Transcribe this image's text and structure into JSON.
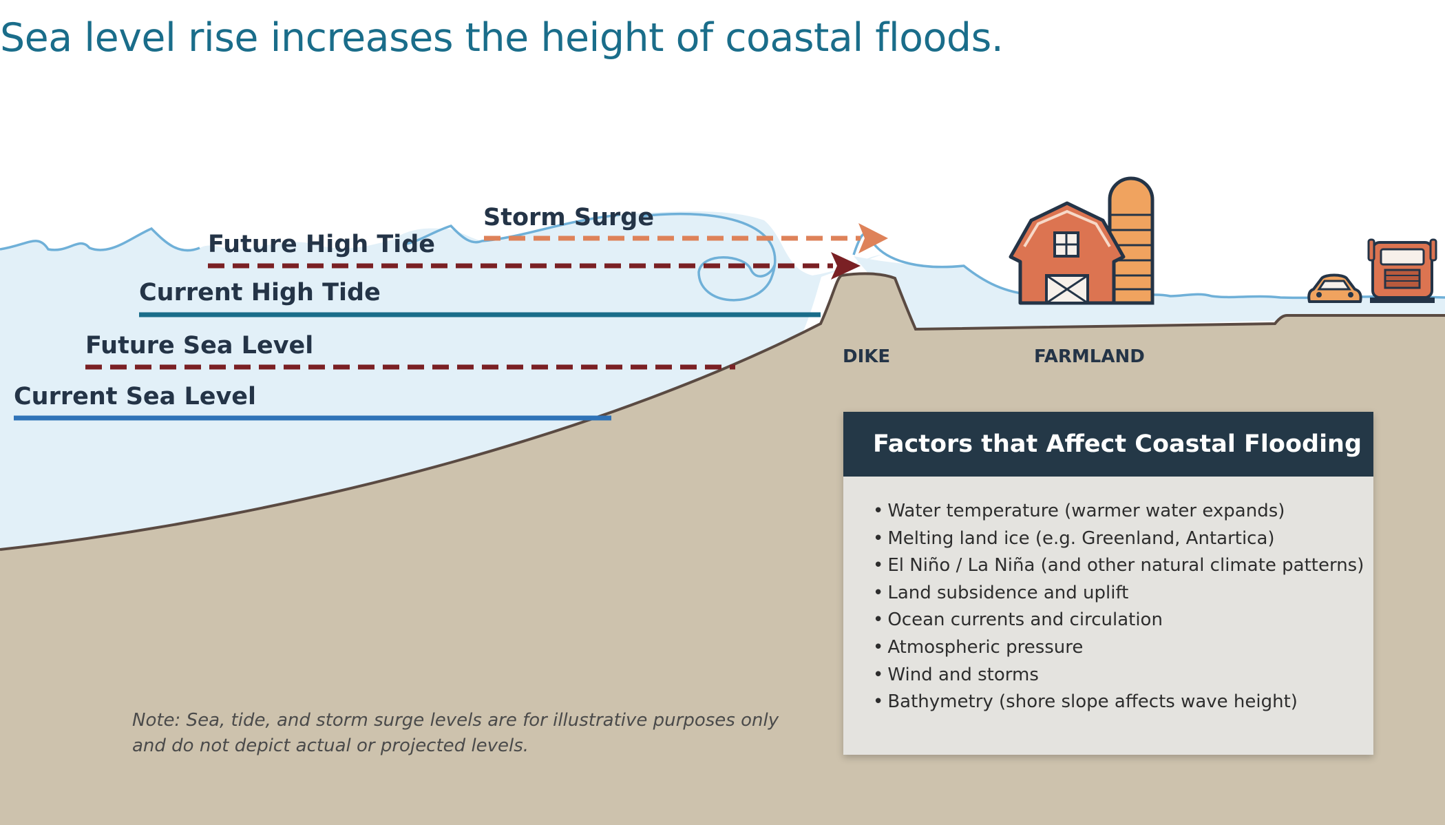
{
  "title": "Sea level rise increases the height of coastal floods.",
  "labels": {
    "storm_surge": "Storm Surge",
    "future_high_tide": "Future High Tide",
    "current_high_tide": "Current High Tide",
    "future_sea_level": "Future Sea Level",
    "current_sea_level": "Current Sea Level",
    "dike": "DIKE",
    "farmland": "FARMLAND"
  },
  "panel": {
    "heading": "Factors that Affect Coastal Flooding",
    "items": [
      "Water temperature (warmer water expands)",
      "Melting land ice (e.g. Greenland, Antartica)",
      "El Niño / La Niña (and other natural climate patterns)",
      "Land subsidence and uplift",
      "Ocean currents and circulation",
      "Atmospheric pressure",
      "Wind and storms",
      "Bathymetry (shore slope affects wave height)"
    ]
  },
  "note": {
    "line1": "Note: Sea, tide, and storm surge levels are for illustrative purposes only",
    "line2": "and do not depict actual or projected levels."
  },
  "bullet": "•",
  "colors": {
    "title": "#1a6d8a",
    "water": "#e2f0f8",
    "wave_line": "#6fb0d8",
    "ground": "#cdc2ad",
    "ground_edge": "#5a4a42",
    "current_high_tide": "#1a6d8a",
    "current_sea_level": "#2f73b8",
    "future_level": "#7a2024",
    "storm_surge": "#de8259",
    "panel_header": "#243847",
    "panel_body": "#e4e3df",
    "barn": "#dc7451",
    "silo": "#f0a35f",
    "vehicle": "#dc7451",
    "outline": "#243447"
  }
}
